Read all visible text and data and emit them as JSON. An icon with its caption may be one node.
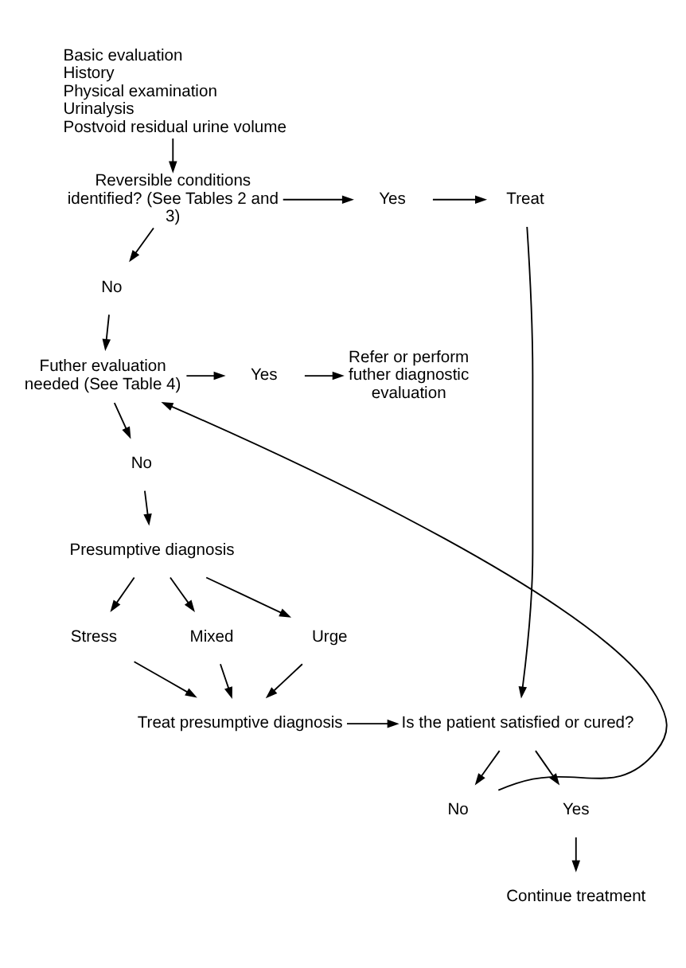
{
  "diagram": {
    "nodes": [
      {
        "text": [
          "Basic evaluation",
          "History",
          "Physical examination",
          "Urinalysis",
          "Postvoid residual urine volume"
        ]
      },
      {
        "text": [
          "Reversible conditions identified? (See Tables 2 and 3)"
        ]
      },
      {
        "text": [
          "Yes"
        ]
      },
      {
        "text": [
          "Treat"
        ]
      },
      {
        "text": [
          "No"
        ]
      },
      {
        "text": [
          "Futher evaluation needed (See Table 4)"
        ]
      },
      {
        "text": [
          "Yes"
        ]
      },
      {
        "text": [
          "Refer or perform futher diagnostic evaluation"
        ]
      },
      {
        "text": [
          "No"
        ]
      },
      {
        "text": [
          "Presumptive diagnosis"
        ]
      },
      {
        "text": [
          "Stress"
        ]
      },
      {
        "text": [
          "Mixed"
        ]
      },
      {
        "text": [
          "Urge"
        ]
      },
      {
        "text": [
          "Treat presumptive diagnosis"
        ]
      },
      {
        "text": [
          "Is the patient satisfied or cured?"
        ]
      },
      {
        "text": [
          "No"
        ]
      },
      {
        "text": [
          "Yes"
        ]
      },
      {
        "text": [
          "Continue treatment"
        ]
      }
    ],
    "edges": [
      {
        "from": 0,
        "to": 1,
        "arrow": "to"
      },
      {
        "from": 1,
        "to": 2,
        "arrow": "to"
      },
      {
        "from": 2,
        "to": 3,
        "arrow": "to"
      },
      {
        "from": 1,
        "to": 4,
        "arrow": "to"
      },
      {
        "from": 4,
        "to": 5,
        "arrow": "to"
      },
      {
        "from": 5,
        "to": 6,
        "arrow": "to"
      },
      {
        "from": 6,
        "to": 7,
        "arrow": "to"
      },
      {
        "from": 5,
        "to": 8,
        "arrow": "to"
      },
      {
        "from": 8,
        "to": 9,
        "arrow": "to"
      },
      {
        "from": 9,
        "to": 10,
        "arrow": "to"
      },
      {
        "from": 9,
        "to": 11,
        "arrow": "to"
      },
      {
        "from": 9,
        "to": 12,
        "arrow": "to"
      },
      {
        "from": 10,
        "to": 13,
        "arrow": "to"
      },
      {
        "from": 11,
        "to": 13,
        "arrow": "to"
      },
      {
        "from": 12,
        "to": 13,
        "arrow": "to"
      },
      {
        "from": 13,
        "to": 14,
        "arrow": "to"
      },
      {
        "from": 3,
        "to": 14,
        "arrow": "to"
      },
      {
        "from": 14,
        "to": 15,
        "arrow": "to"
      },
      {
        "from": 15,
        "to": 5,
        "arrow": "to"
      },
      {
        "from": 14,
        "to": 16,
        "arrow": "to"
      },
      {
        "from": 16,
        "to": 17,
        "arrow": "to"
      }
    ]
  }
}
